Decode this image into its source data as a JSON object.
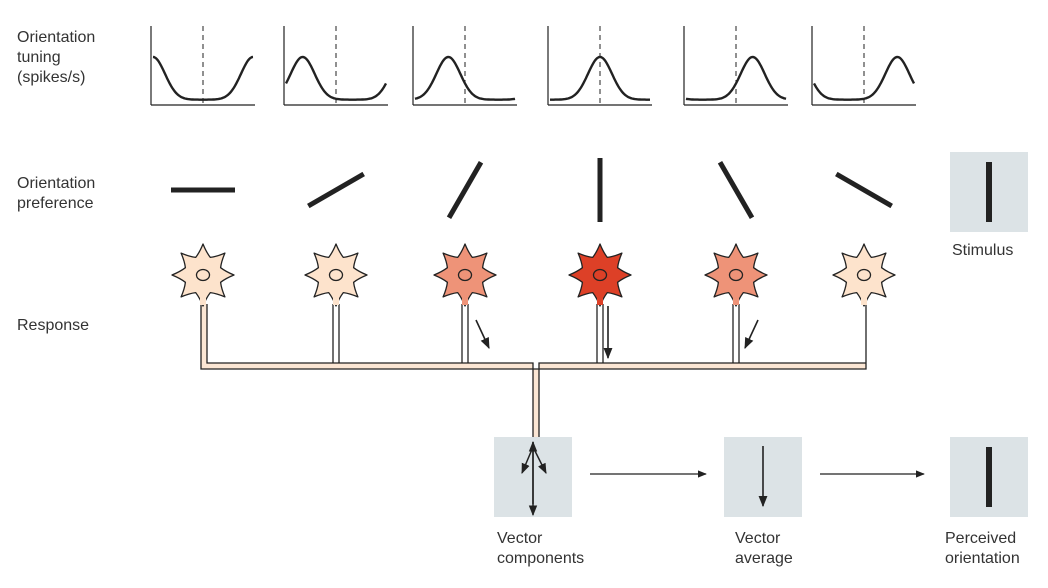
{
  "row_labels": {
    "tuning": "Orientation\ntuning\n(spikes/s)",
    "preference": "Orientation\npreference",
    "response": "Response"
  },
  "stimulus_label": "Stimulus",
  "readout_labels": {
    "components": "Vector\ncomponents",
    "average": "Vector\naverage",
    "perceived": "Perceived\norientation"
  },
  "neurons": [
    {
      "preferred_orientation_deg": 0,
      "response_level": 0.05,
      "fill": "#fde3cc"
    },
    {
      "preferred_orientation_deg": 30,
      "response_level": 0.05,
      "fill": "#fde3cc"
    },
    {
      "preferred_orientation_deg": 60,
      "response_level": 0.5,
      "fill": "#ee9378"
    },
    {
      "preferred_orientation_deg": 90,
      "response_level": 1.0,
      "fill": "#dd4027"
    },
    {
      "preferred_orientation_deg": 120,
      "response_level": 0.5,
      "fill": "#ee9378"
    },
    {
      "preferred_orientation_deg": 150,
      "response_level": 0.05,
      "fill": "#fde3cc"
    }
  ],
  "colors": {
    "panel": "#dce3e6",
    "axon_fill": "#fbe6d4",
    "stroke": "#222222"
  }
}
